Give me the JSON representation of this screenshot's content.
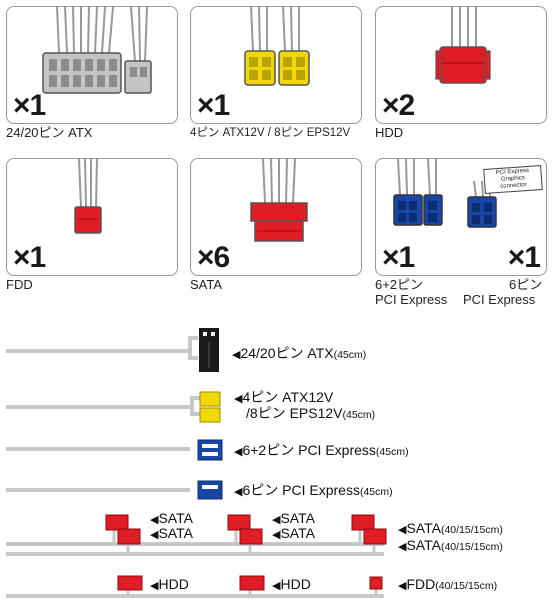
{
  "tiles": [
    {
      "id": "atx",
      "count": "×1",
      "caption": "24/20ピン ATX"
    },
    {
      "id": "eps",
      "count": "×1",
      "caption": "4ピン ATX12V / 8ピン EPS12V"
    },
    {
      "id": "hdd",
      "count": "×2",
      "caption": "HDD"
    },
    {
      "id": "fdd",
      "count": "×1",
      "caption": "FDD"
    },
    {
      "id": "sata",
      "count": "×6",
      "caption": "SATA"
    },
    {
      "id": "pcie",
      "count_left": "×1",
      "count_right": "×1",
      "caption_left_1": "6+2ピン",
      "caption_left_2": "PCI Express",
      "caption_right_1": "6ピン",
      "caption_right_2": "PCI Express",
      "note": "PCI Express Graphics connector"
    }
  ],
  "cables": {
    "atx": {
      "marker": "◀",
      "label": "24/20ピン ATX",
      "length": "(45cm)"
    },
    "eps": {
      "marker": "◀",
      "label_1": "4ピン ATX12V",
      "label_2": "/8ピン EPS12V",
      "length": "(45cm)"
    },
    "pcie62": {
      "marker": "◀",
      "label": "6+2ピン PCI Express",
      "length": "(45cm)"
    },
    "pcie6": {
      "marker": "◀",
      "label": "6ピン PCI Express",
      "length": "(45cm)"
    },
    "sata": {
      "marker": "◀",
      "connector": "SATA",
      "end_label": "SATA",
      "end_length": "(40/15/15cm)"
    },
    "molex": {
      "marker": "◀",
      "hdd": "HDD",
      "fdd": "FDD",
      "fdd_length": "(40/15/15cm)"
    }
  },
  "colors": {
    "atx": "#c4c4c4",
    "eps": "#f0d800",
    "molex": "#e01c24",
    "pcie": "#1846a8",
    "wire": "#c8c8c8",
    "atx_diagram": "#1a1a1a"
  }
}
